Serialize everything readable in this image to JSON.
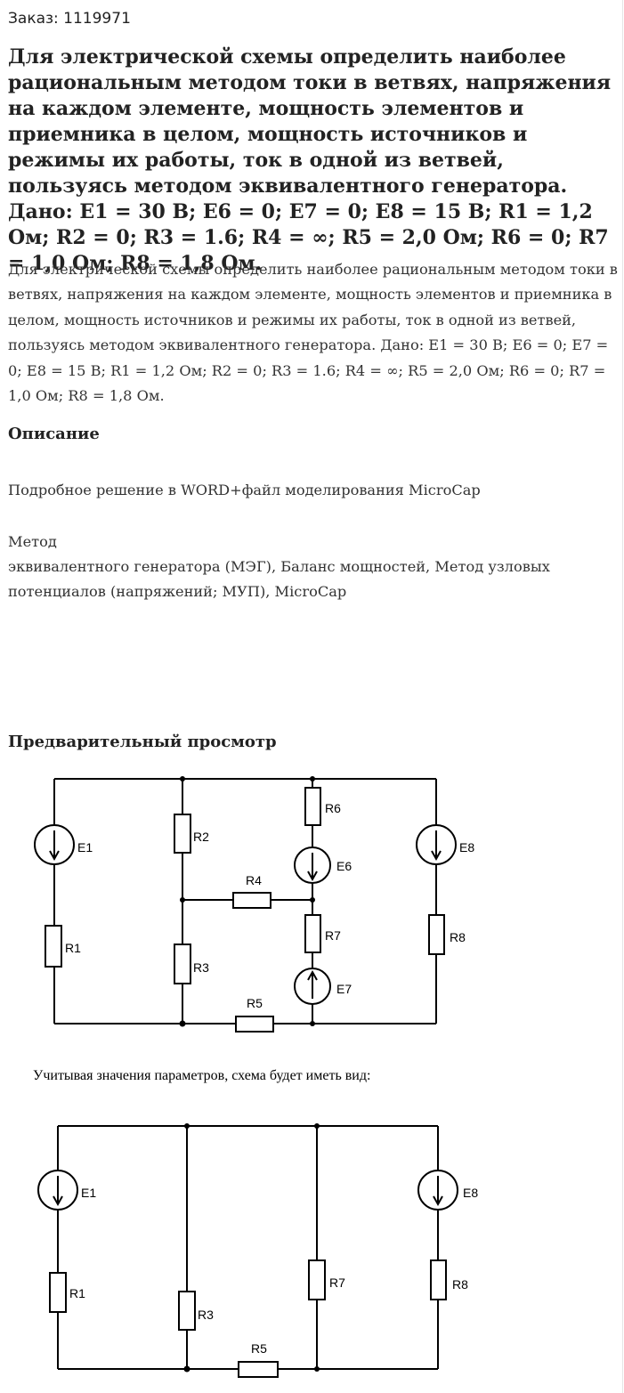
{
  "order": {
    "text": "Заказ: 1119971"
  },
  "task": {
    "title": "Для электрической схемы определить наиболее рациональным методом токи в ветвях, напряжения на каждом элементе, мощность элементов и приемника в целом, мощность источников и режимы их работы, ток в одной из ветвей, пользуясь методом эквивалентного генератора. Дано: E1 = 30 B; E6 = 0; E7 = 0; E8 = 15 B; R1 = 1,2 Ом; R2 = 0; R3 = 1.6; R4 = ∞; R5 = 2,0 Ом; R6 = 0; R7 = 1,0 Ом; R8 = 1,8 Ом.",
    "body": "Для электрической схемы определить наиболее рациональным методом токи в ветвях, напряжения на каждом элементе, мощность элементов и приемника в целом, мощность источников и режимы их работы, ток в одной из ветвей, пользуясь методом эквивалентного генератора. Дано: E1 = 30 B; E6 = 0; E7 = 0; E8 = 15 B; R1 = 1,2 Ом; R2 = 0; R3 = 1.6; R4 = ∞; R5 = 2,0 Ом; R6 = 0; R7 = 1,0 Ом; R8 = 1,8 Ом."
  },
  "description": {
    "heading": "Описание",
    "text": "Подробное решение в WORD+файл моделирования MicroCap",
    "method_label": "Метод",
    "method_text": "эквивалентного генератора (МЭГ), Баланс мощностей, Метод узловых потенциалов (напряжений; МУП), MicroCap"
  },
  "preview": {
    "heading": "Предварительный просмотр",
    "caption": "Учитывая значения параметров, схема будет иметь вид:",
    "circuit1": {
      "E1": "E1",
      "E6": "E6",
      "E7": "E7",
      "E8": "E8",
      "R1": "R1",
      "R2": "R2",
      "R3": "R3",
      "R4": "R4",
      "R5": "R5",
      "R6": "R6",
      "R7": "R7",
      "R8": "R8"
    },
    "circuit2": {
      "E1": "E1",
      "E8": "E8",
      "R1": "R1",
      "R3": "R3",
      "R5": "R5",
      "R7": "R7",
      "R8": "R8"
    }
  }
}
